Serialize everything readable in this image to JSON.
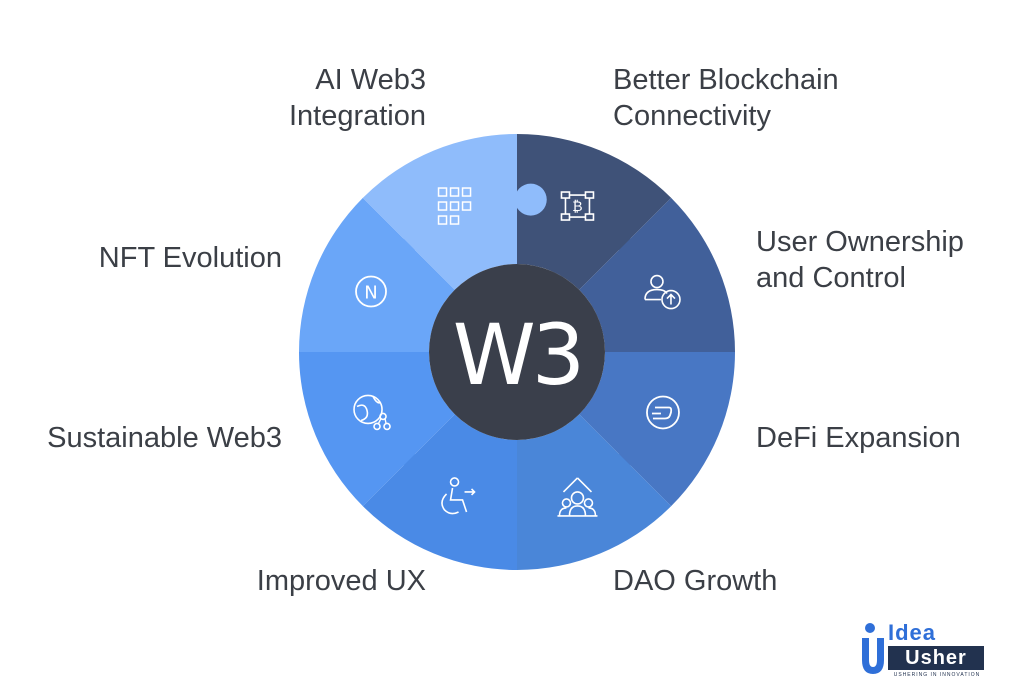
{
  "center": {
    "text": "W3"
  },
  "segments": [
    {
      "id": "better-blockchain-connectivity",
      "lines": [
        "Better Blockchain",
        "Connectivity"
      ],
      "color": "#3f5278",
      "icon": "blockchain-network-icon"
    },
    {
      "id": "user-ownership-and-control",
      "lines": [
        "User Ownership",
        "and Control"
      ],
      "color": "#41609a",
      "icon": "user-upload-icon"
    },
    {
      "id": "defi-expansion",
      "lines": [
        "DeFi Expansion"
      ],
      "color": "#4877c4",
      "icon": "dash-coin-icon"
    },
    {
      "id": "dao-growth",
      "lines": [
        "DAO Growth"
      ],
      "color": "#4a86d8",
      "icon": "community-growth-icon"
    },
    {
      "id": "improved-ux",
      "lines": [
        "Improved UX"
      ],
      "color": "#4a8ae6",
      "icon": "accessibility-icon"
    },
    {
      "id": "sustainable-web3",
      "lines": [
        "Sustainable Web3"
      ],
      "color": "#5596f2",
      "icon": "globe-network-icon"
    },
    {
      "id": "nft-evolution",
      "lines": [
        "NFT Evolution"
      ],
      "color": "#6aa6f8",
      "icon": "nft-coin-icon"
    },
    {
      "id": "ai-web3-integration",
      "lines": [
        "AI Web3",
        "Integration"
      ],
      "color": "#8fbcfb",
      "icon": "ai-grid-icon"
    }
  ],
  "colors": {
    "center": "#3a3f4b",
    "label_text": "#3b3f46"
  },
  "logo": {
    "top": "Idea",
    "bottom": "Usher",
    "tagline": "USHERING IN INNOVATION"
  }
}
